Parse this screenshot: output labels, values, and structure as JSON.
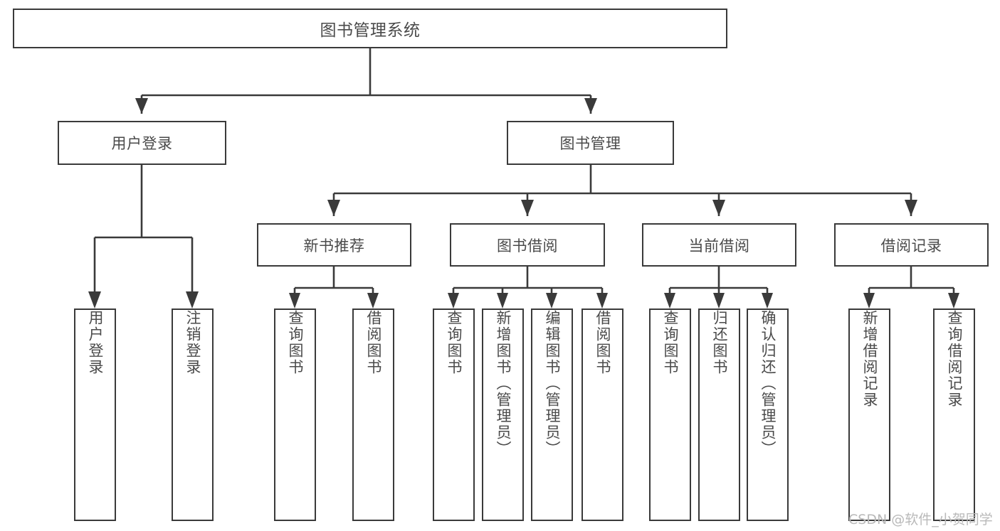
{
  "diagram": {
    "title": "图书管理系统",
    "type": "tree-hierarchy-chart",
    "stroke_color": "#3a3a3a",
    "text_color": "#4a4a4a",
    "background_color": "#ffffff",
    "root": {
      "label": "图书管理系统"
    },
    "level2": [
      {
        "label": "用户登录"
      },
      {
        "label": "图书管理"
      }
    ],
    "level3": [
      {
        "label": "新书推荐"
      },
      {
        "label": "图书借阅"
      },
      {
        "label": "当前借阅"
      },
      {
        "label": "借阅记录"
      }
    ],
    "leaves": [
      {
        "label": "用户登录"
      },
      {
        "label": "注销登录"
      },
      {
        "label": "查询图书"
      },
      {
        "label": "借阅图书"
      },
      {
        "label": "查询图书"
      },
      {
        "label": "新增图书（管理员）"
      },
      {
        "label": "编辑图书（管理员）"
      },
      {
        "label": "借阅图书"
      },
      {
        "label": "查询图书"
      },
      {
        "label": "归还图书"
      },
      {
        "label": "确认归还（管理员）"
      },
      {
        "label": "新增借阅记录"
      },
      {
        "label": "查询借阅记录"
      }
    ]
  },
  "watermark": {
    "text": "CSDN @软件_小贺同学"
  }
}
